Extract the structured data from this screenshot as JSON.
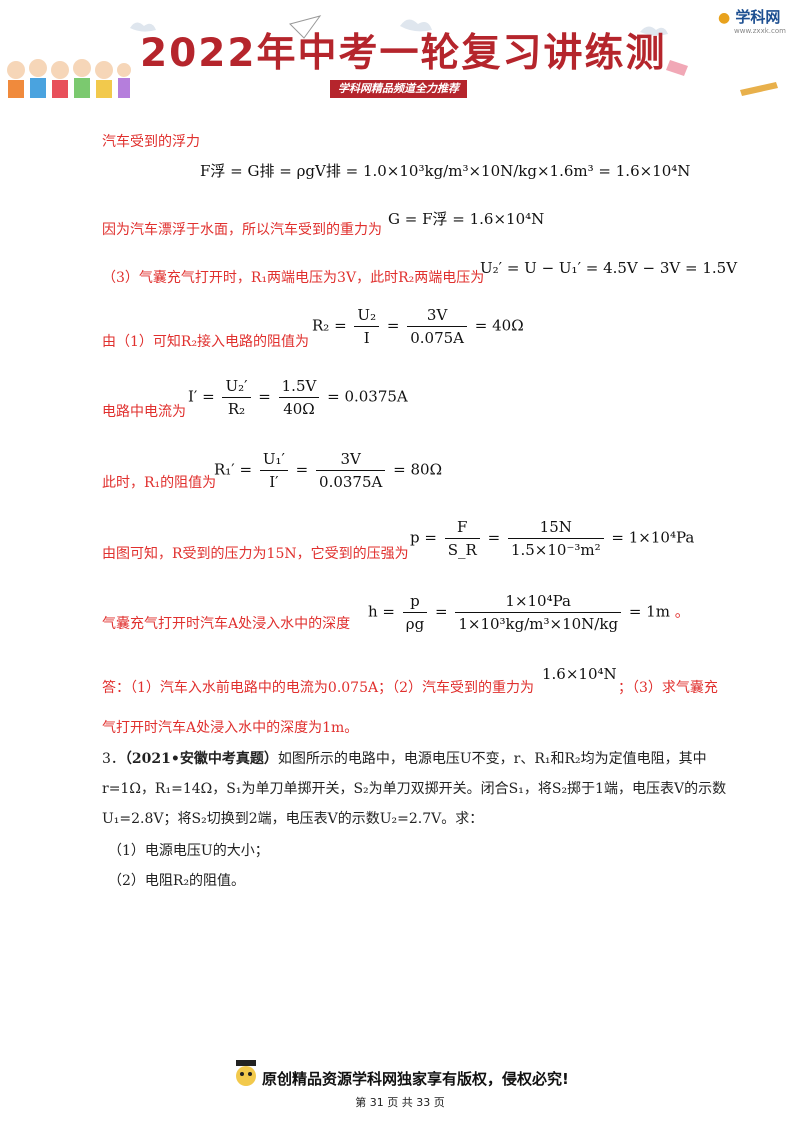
{
  "header": {
    "title": "2022年中考一轮复习讲练测",
    "subtitle": "学科网精品频道全力推荐",
    "logo_name": "学科网",
    "logo_url": "www.zxxk.com"
  },
  "colors": {
    "accent_red": "#b5252c",
    "answer_red": "#e0302e"
  },
  "lines": {
    "l1": "汽车受到的浮力",
    "l2": "因为汽车漂浮于水面，所以汽车受到的重力为",
    "l3": "（3）气囊充气打开时，R₁两端电压为3V，此时R₂两端电压为",
    "l4": "由（1）可知R₂接入电路的阻值为",
    "l5": "电路中电流为",
    "l6": "此时，R₁的阻值为",
    "l7": "由图可知，R受到的压力为15N，它受到的压强为",
    "l8": "气囊充气打开时汽车A处浸入水中的深度",
    "l8_end": "。",
    "l9a": "答：（1）汽车入水前电路中的电流为0.075A；（2）汽车受到的重力为",
    "l9b": "；（3）求气囊充",
    "l10": "气打开时汽车A处浸入水中的深度为1m。"
  },
  "math": {
    "m1": "F浮 = G排 = ρgV排 = 1.0×10³kg/m³×10N/kg×1.6m³ = 1.6×10⁴N",
    "m2": "G = F浮 = 1.6×10⁴N",
    "m3": "U₂′ = U − U₁′ = 4.5V − 3V = 1.5V",
    "m4_lhs": "R₂ = ",
    "m4_num1": "U₂",
    "m4_den1": "I",
    "m4_num2": "3V",
    "m4_den2": "0.075A",
    "m4_res": "= 40Ω",
    "m5_lhs": "I′ = ",
    "m5_num1": "U₂′",
    "m5_den1": "R₂",
    "m5_num2": "1.5V",
    "m5_den2": "40Ω",
    "m5_res": "= 0.0375A",
    "m6_lhs": "R₁′ = ",
    "m6_num1": "U₁′",
    "m6_den1": "I′",
    "m6_num2": "3V",
    "m6_den2": "0.0375A",
    "m6_res": "= 80Ω",
    "m7_lhs": "p = ",
    "m7_num1": "F",
    "m7_den1": "S_R",
    "m7_num2": "15N",
    "m7_den2": "1.5×10⁻³m²",
    "m7_res": "= 1×10⁴Pa",
    "m8_lhs": "h = ",
    "m8_num1": "p",
    "m8_den1": "ρg",
    "m8_num2": "1×10⁴Pa",
    "m8_den2": "1×10³kg/m³×10N/kg",
    "m8_res": "= 1m",
    "m9": "1.6×10⁴N"
  },
  "problem": {
    "p1_num": "3．",
    "p1_src": "（2021•安徽中考真题）",
    "p1_text": "如图所示的电路中，电源电压U不变，r、R₁和R₂均为定值电阻，其中",
    "p2": "r=1Ω，R₁=14Ω，S₁为单刀单掷开关，S₂为单刀双掷开关。闭合S₁，将S₂掷于1端，电压表V的示数",
    "p3": "U₁=2.8V；将S₂切换到2端，电压表V的示数U₂=2.7V。求：",
    "q1": "（1）电源电压U的大小；",
    "q2": "（2）电阻R₂的阻值。"
  },
  "footer": {
    "copyright": "原创精品资源学科网独家享有版权，侵权必究!",
    "page": "第 31 页 共 33 页"
  }
}
